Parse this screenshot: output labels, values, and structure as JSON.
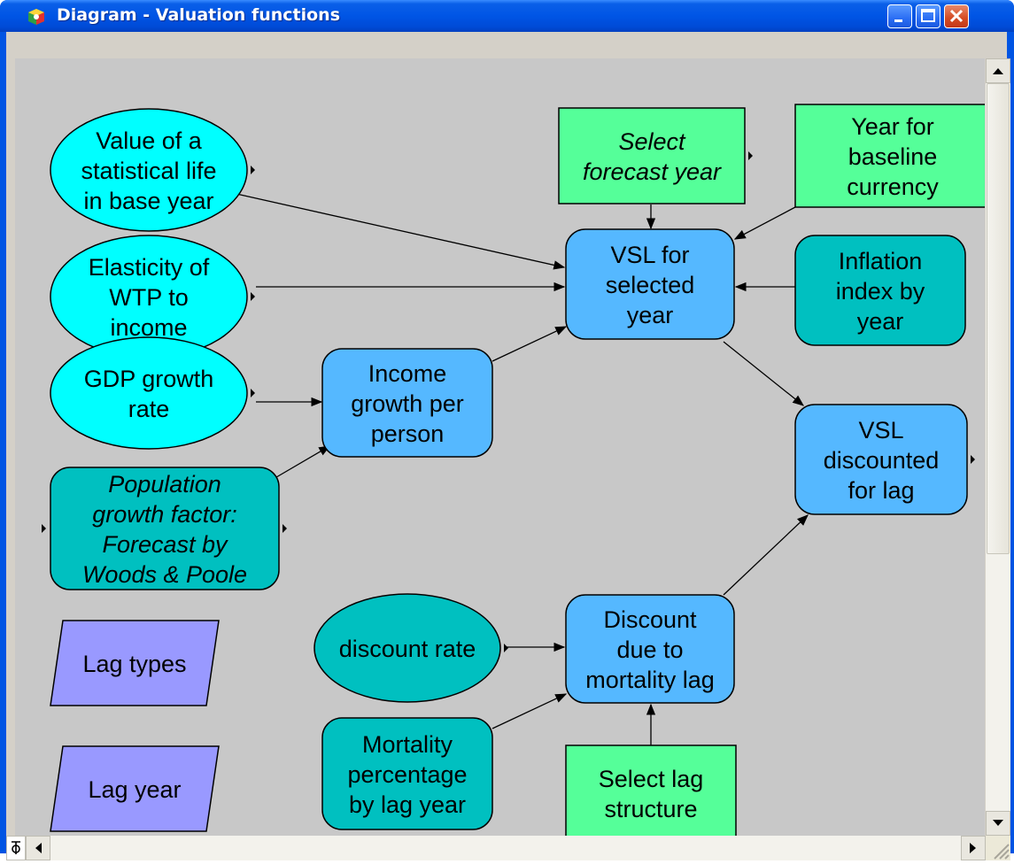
{
  "window": {
    "title": "Diagram - Valuation functions",
    "colors": {
      "titlebar": "#0055e5",
      "canvas": "#c8c8c8"
    }
  },
  "controls": {
    "minimize_icon": "minimize-icon",
    "maximize_icon": "maximize-icon",
    "close_icon": "close-icon"
  },
  "nodes": {
    "vsl_base": {
      "lines": [
        "Value of a",
        "statistical life",
        "in base year"
      ],
      "kind": "chance",
      "color": "#00ffff"
    },
    "elasticity": {
      "lines": [
        "Elasticity of",
        "WTP to",
        "income"
      ],
      "kind": "chance",
      "color": "#00ffff"
    },
    "gdp": {
      "lines": [
        "GDP growth",
        "rate"
      ],
      "kind": "chance",
      "color": "#00ffff"
    },
    "population": {
      "lines": [
        "Population",
        "growth factor:",
        "Forecast by",
        "Woods & Poole"
      ],
      "kind": "alias-general",
      "italic": true,
      "color": "#00c0c0"
    },
    "income_growth": {
      "lines": [
        "Income",
        "growth per",
        "person"
      ],
      "kind": "variable",
      "color": "#55b8ff"
    },
    "select_forecast": {
      "lines": [
        "Select",
        "forecast year"
      ],
      "kind": "decision",
      "italic": true,
      "color": "#55ff99"
    },
    "year_baseline": {
      "lines": [
        "Year for",
        "baseline",
        "currency"
      ],
      "kind": "decision",
      "color": "#55ff99"
    },
    "vsl_selected": {
      "lines": [
        "VSL for",
        "selected",
        "year"
      ],
      "kind": "variable",
      "color": "#55b8ff"
    },
    "inflation": {
      "lines": [
        "Inflation",
        "index by",
        "year"
      ],
      "kind": "general",
      "color": "#00c0c0"
    },
    "vsl_discounted": {
      "lines": [
        "VSL",
        "discounted",
        "for lag"
      ],
      "kind": "variable",
      "color": "#55b8ff"
    },
    "discount_rate": {
      "lines": [
        "discount rate"
      ],
      "kind": "chance",
      "color": "#00c0c0"
    },
    "discount_lag": {
      "lines": [
        "Discount",
        "due to",
        "mortality lag"
      ],
      "kind": "variable",
      "color": "#55b8ff"
    },
    "mortality_pct": {
      "lines": [
        "Mortality",
        "percentage",
        "by lag year"
      ],
      "kind": "general",
      "color": "#00c0c0"
    },
    "select_lag": {
      "lines": [
        "Select lag",
        "structure"
      ],
      "kind": "decision",
      "color": "#55ff99"
    },
    "lag_types": {
      "lines": [
        "Lag types"
      ],
      "kind": "index",
      "color": "#9999ff"
    },
    "lag_year": {
      "lines": [
        "Lag year"
      ],
      "kind": "index",
      "color": "#9999ff"
    }
  },
  "edges": [
    [
      "vsl_base",
      "vsl_selected"
    ],
    [
      "elasticity",
      "vsl_selected"
    ],
    [
      "income_growth",
      "vsl_selected"
    ],
    [
      "select_forecast",
      "vsl_selected"
    ],
    [
      "year_baseline",
      "vsl_selected"
    ],
    [
      "inflation",
      "vsl_selected"
    ],
    [
      "gdp",
      "income_growth"
    ],
    [
      "population",
      "income_growth"
    ],
    [
      "vsl_selected",
      "vsl_discounted"
    ],
    [
      "discount_lag",
      "vsl_discounted"
    ],
    [
      "discount_rate",
      "discount_lag"
    ],
    [
      "mortality_pct",
      "discount_lag"
    ],
    [
      "select_lag",
      "discount_lag"
    ]
  ]
}
